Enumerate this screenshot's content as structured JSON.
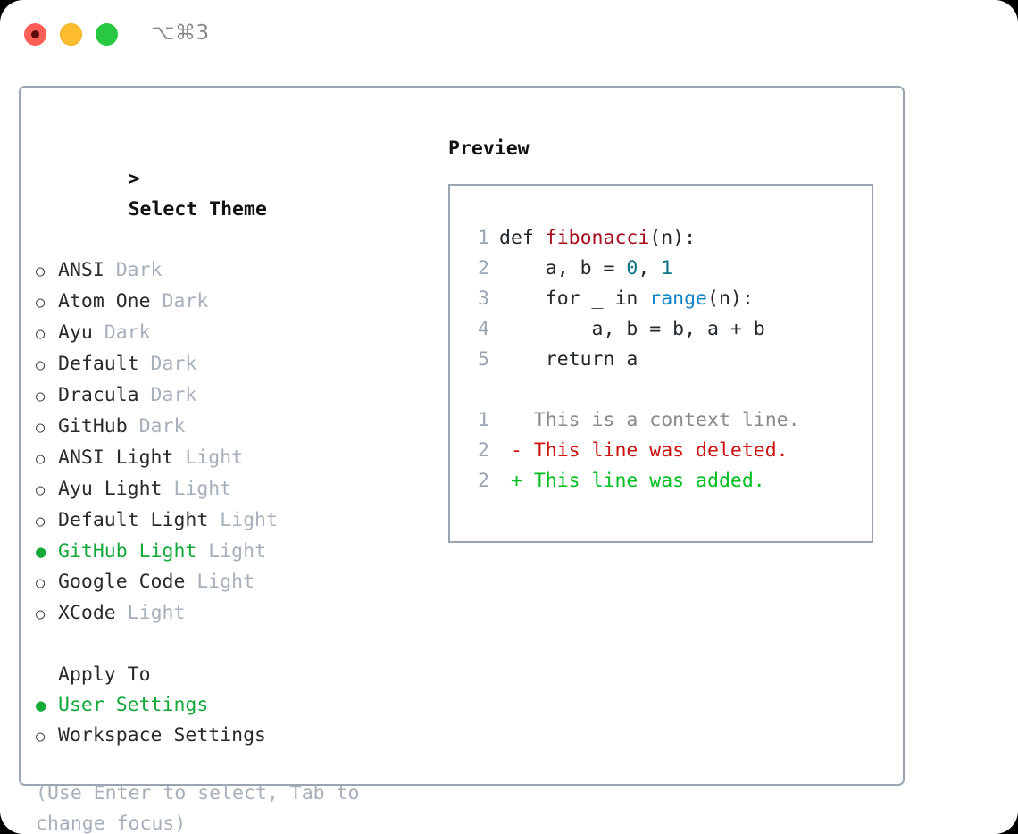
{
  "window": {
    "traffic_lights": [
      {
        "name": "close",
        "color": "#ff5f57"
      },
      {
        "name": "minimize",
        "color": "#febc2e"
      },
      {
        "name": "maximize",
        "color": "#28c840"
      }
    ],
    "shortcut": "⌥⌘3"
  },
  "theme_list": {
    "header": "> Select Theme",
    "header_caret": ">",
    "header_text": "Select Theme",
    "marker_off": "○",
    "marker_on": "●",
    "items": [
      {
        "label": "ANSI",
        "category": "Dark",
        "selected": false
      },
      {
        "label": "Atom One",
        "category": "Dark",
        "selected": false
      },
      {
        "label": "Ayu",
        "category": "Dark",
        "selected": false
      },
      {
        "label": "Default",
        "category": "Dark",
        "selected": false
      },
      {
        "label": "Dracula",
        "category": "Dark",
        "selected": false
      },
      {
        "label": "GitHub",
        "category": "Dark",
        "selected": false
      },
      {
        "label": "ANSI Light",
        "category": "Light",
        "selected": false
      },
      {
        "label": "Ayu Light",
        "category": "Light",
        "selected": false
      },
      {
        "label": "Default Light",
        "category": "Light",
        "selected": false
      },
      {
        "label": "GitHub Light",
        "category": "Light",
        "selected": true
      },
      {
        "label": "Google Code",
        "category": "Light",
        "selected": false
      },
      {
        "label": "XCode",
        "category": "Light",
        "selected": false
      }
    ]
  },
  "apply_to": {
    "header": "Apply To",
    "items": [
      {
        "label": "User Settings",
        "selected": true
      },
      {
        "label": "Workspace Settings",
        "selected": false
      }
    ]
  },
  "hint": "(Use Enter to select, Tab to change focus)",
  "preview": {
    "header": "Preview",
    "code_lines": [
      {
        "num": "1",
        "tokens": [
          {
            "t": "def ",
            "c": "plain"
          },
          {
            "t": "fibonacci",
            "c": "fn"
          },
          {
            "t": "(n):",
            "c": "plain"
          }
        ]
      },
      {
        "num": "2",
        "tokens": [
          {
            "t": "    a, b = ",
            "c": "plain"
          },
          {
            "t": "0",
            "c": "num"
          },
          {
            "t": ", ",
            "c": "plain"
          },
          {
            "t": "1",
            "c": "num"
          }
        ]
      },
      {
        "num": "3",
        "tokens": [
          {
            "t": "    for _ in ",
            "c": "plain"
          },
          {
            "t": "range",
            "c": "call"
          },
          {
            "t": "(n):",
            "c": "plain"
          }
        ]
      },
      {
        "num": "4",
        "tokens": [
          {
            "t": "        a, b = b, a + b",
            "c": "plain"
          }
        ]
      },
      {
        "num": "5",
        "tokens": [
          {
            "t": "    return a",
            "c": "plain"
          }
        ]
      }
    ],
    "diff_lines": [
      {
        "num": "1",
        "tokens": [
          {
            "t": "   This is a context line.",
            "c": "ctx"
          }
        ]
      },
      {
        "num": "2",
        "tokens": [
          {
            "t": " - This line was deleted.",
            "c": "del"
          }
        ]
      },
      {
        "num": "2",
        "tokens": [
          {
            "t": " + This line was added.",
            "c": "add"
          }
        ]
      }
    ]
  },
  "colors": {
    "accent_green": "#14a83a",
    "border": "#9aa5b1",
    "muted": "#a8b0bb",
    "diff_add": "#00bf1f",
    "diff_del": "#cc1111",
    "code_fn": "#a50f1d",
    "code_num": "#0b7285",
    "code_call": "#1284c8"
  }
}
